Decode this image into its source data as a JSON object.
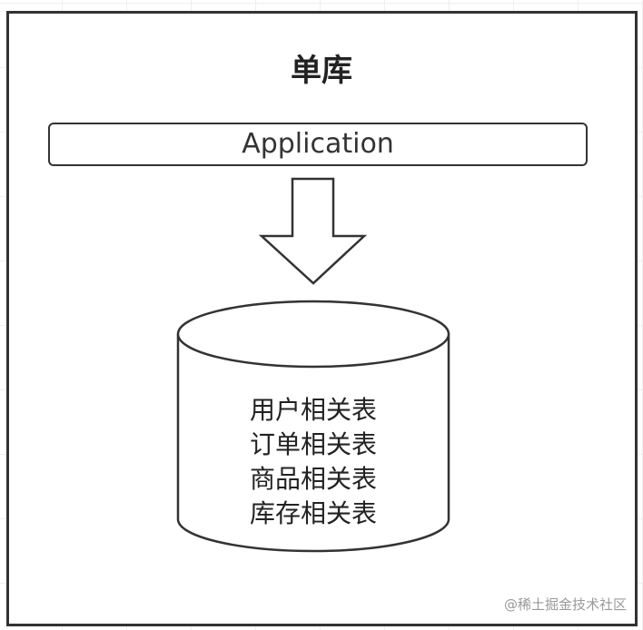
{
  "title": "单库",
  "application_label": "Application",
  "database_tables": [
    "用户相关表",
    "订单相关表",
    "商品相关表",
    "库存相关表"
  ],
  "watermark": "@稀土掘金技术社区"
}
